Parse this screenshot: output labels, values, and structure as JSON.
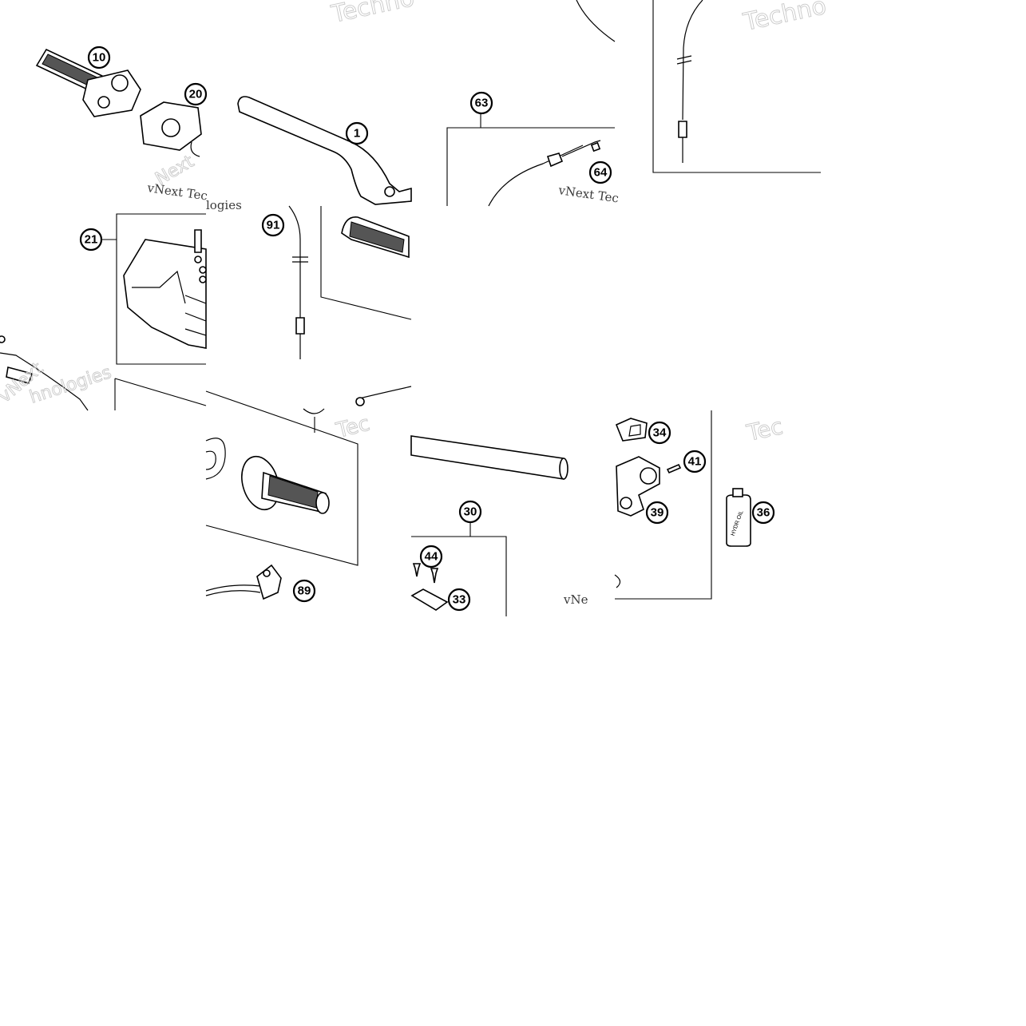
{
  "callouts": {
    "c10": "10",
    "c20": "20",
    "c1": "1",
    "c63": "63",
    "c64": "64",
    "c21": "21",
    "c91": "91",
    "c34": "34",
    "c41": "41",
    "c39": "39",
    "c36": "36",
    "c30": "30",
    "c44": "44",
    "c33": "33",
    "c89": "89"
  },
  "watermarks": {
    "brand_fragment_1": "Techno",
    "brand_fragment_2": "Techno",
    "brand_fragment_3": "Tec",
    "brand_fragment_4": "Tec",
    "vnext_1": "vNext Tec",
    "vnext_2": "vNext Tec",
    "vnext_3": "vNe",
    "vnext_4": "vNext",
    "vnext_5": "logies",
    "vnext_6": "hnologies",
    "vnext_7": "Next"
  },
  "labels": {
    "oil_bottle": "HYDR OIL"
  }
}
